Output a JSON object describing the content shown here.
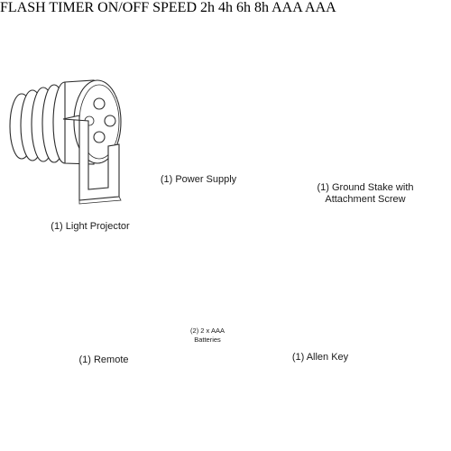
{
  "items": {
    "light_projector": {
      "caption": "(1) Light Projector"
    },
    "power_supply": {
      "caption": "(1) Power Supply"
    },
    "ground_stake": {
      "caption_line1": "(1) Ground Stake with",
      "caption_line2": "Attachment Screw"
    },
    "remote": {
      "caption": "(1) Remote",
      "buttons": [
        "FLASH",
        "TIMER ON/OFF",
        "SPEED",
        "2h",
        "4h",
        "6h",
        "8h"
      ]
    },
    "batteries": {
      "caption_line1": "(2) 2 x AAA",
      "caption_line2": "Batteries",
      "battery_label": "AAA"
    },
    "allen_key": {
      "caption": "(1) Allen Key"
    }
  },
  "colors": {
    "line": "#2b2b2b",
    "background": "#ffffff"
  }
}
